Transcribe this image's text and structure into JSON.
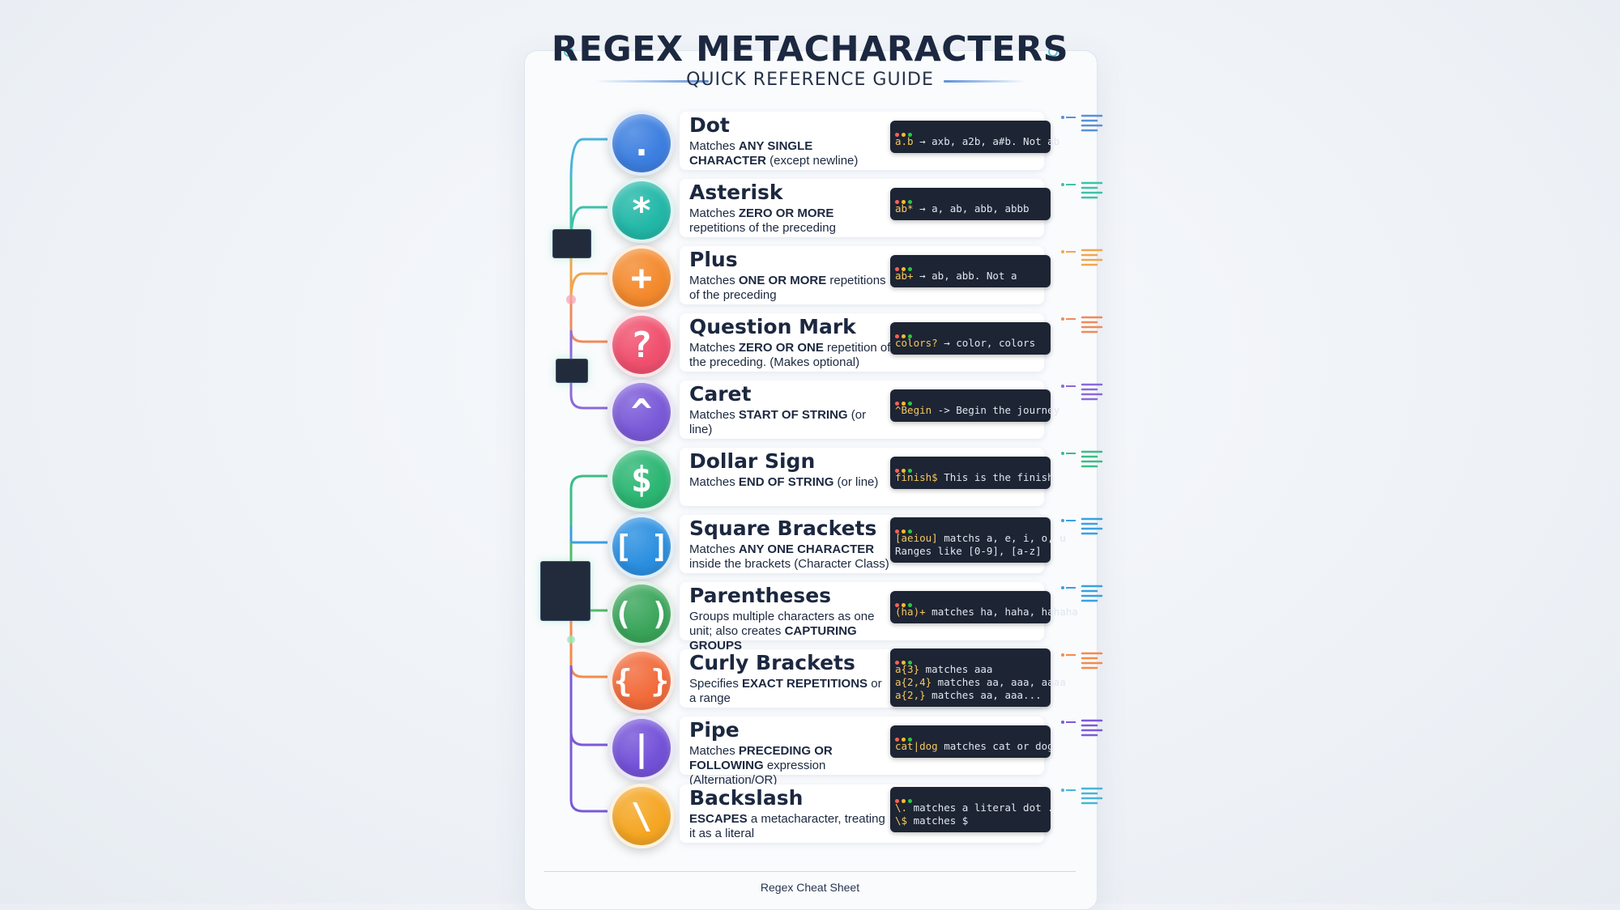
{
  "header": {
    "title": "REGEX METACHARACTERS",
    "subtitle": "QUICK REFERENCE GUIDE"
  },
  "footer": {
    "text": "Regex Cheat Sheet"
  },
  "colors": {
    "dot": "#3d7fe0",
    "asterisk": "#22b8a8",
    "plus": "#f48a2e",
    "question": "#f0506e",
    "caret": "#7b5ad8",
    "dollar": "#2cb673",
    "square": "#2b8fe0",
    "paren": "#3aa55a",
    "curly": "#f26a3a",
    "pipe": "#7452d8",
    "backslash": "#f5a623"
  },
  "items": [
    {
      "symbol": ".",
      "name": "Dot",
      "desc_pre": "Matches ",
      "desc_bold": "ANY SINGLE CHARACTER",
      "desc_post": " (except newline)",
      "code": [
        {
          "hl": "a.b",
          "rest": " → axb, a2b, a#b. Not ab"
        }
      ]
    },
    {
      "symbol": "*",
      "name": "Asterisk",
      "desc_pre": "Matches ",
      "desc_bold": "ZERO OR MORE",
      "desc_post": " repetitions of the preceding",
      "code": [
        {
          "hl": "ab*",
          "rest": " → a, ab, abb, abbb"
        }
      ]
    },
    {
      "symbol": "+",
      "name": "Plus",
      "desc_pre": "Matches ",
      "desc_bold": "ONE OR MORE",
      "desc_post": " repetitions of the preceding",
      "code": [
        {
          "hl": "ab+",
          "rest": " → ab, abb. Not a"
        }
      ]
    },
    {
      "symbol": "?",
      "name": "Question Mark",
      "desc_pre": "Matches ",
      "desc_bold": "ZERO OR ONE",
      "desc_post": " repetition of the preceding. (Makes optional)",
      "code": [
        {
          "hl": "colors?",
          "rest": " → color, colors"
        }
      ]
    },
    {
      "symbol": "^",
      "name": "Caret",
      "desc_pre": "Matches ",
      "desc_bold": "START OF STRING",
      "desc_post": " (or line)",
      "code": [
        {
          "hl": "^Begin",
          "rest": " -> Begin the journey"
        }
      ]
    },
    {
      "symbol": "$",
      "name": "Dollar Sign",
      "desc_pre": "Matches ",
      "desc_bold": "END OF STRING",
      "desc_post": " (or line)",
      "code": [
        {
          "hl": "finish$",
          "rest": "  This is the finish"
        }
      ]
    },
    {
      "symbol": "[ ]",
      "name": "Square Brackets",
      "desc_pre": "Matches ",
      "desc_bold": "ANY ONE CHARACTER",
      "desc_post": " inside the brackets (Character Class)",
      "code": [
        {
          "hl": "[aeiou]",
          "rest": " matchs a, e, i, o, u"
        },
        {
          "hl": "",
          "rest": "Ranges like [0-9], [a-z]"
        }
      ]
    },
    {
      "symbol": "( )",
      "name": "Parentheses",
      "desc_pre": "Groups multiple characters as one unit; also creates ",
      "desc_bold": "CAPTURING GROUPS",
      "desc_post": "",
      "code": [
        {
          "hl": "(ha)+",
          "rest": " matches ha, haha, hahaha"
        }
      ]
    },
    {
      "symbol": "{ }",
      "name": "Curly Brackets",
      "desc_pre": "Specifies ",
      "desc_bold": "EXACT REPETITIONS",
      "desc_post": " or a range",
      "code": [
        {
          "hl": "a{3}",
          "rest": " matches aaa"
        },
        {
          "hl": "a{2,4}",
          "rest": " matches aa, aaa, aaaa"
        },
        {
          "hl": "a{2,}",
          "rest": " matches aa, aaa..."
        }
      ]
    },
    {
      "symbol": "|",
      "name": "Pipe",
      "desc_pre": "Matches ",
      "desc_bold": "PRECEDING OR FOLLOWING",
      "desc_post": " expression (Alternation/OR)",
      "code": [
        {
          "hl": "cat|dog",
          "rest": " matches cat or dog"
        }
      ]
    },
    {
      "symbol": "\\",
      "name": "Backslash",
      "desc_pre": "",
      "desc_bold": "ESCAPES",
      "desc_post": " a metacharacter, treating it as a literal",
      "code": [
        {
          "hl": "\\.",
          "rest": " matches a literal dot ."
        },
        {
          "hl": "\\$",
          "rest": " matches $"
        }
      ]
    }
  ]
}
